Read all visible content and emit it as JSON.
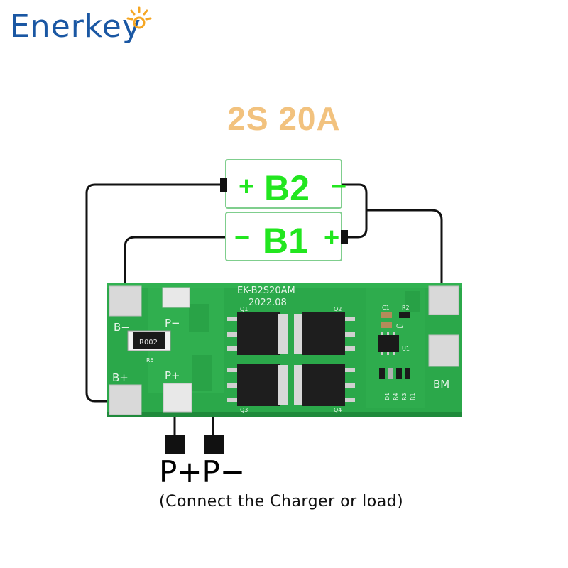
{
  "brand": {
    "name": "Enerkey"
  },
  "title": "2S  20A",
  "cells": {
    "b2": {
      "label": "B2",
      "left_sign": "+",
      "right_sign": "−"
    },
    "b1": {
      "label": "B1",
      "left_sign": "−",
      "right_sign": "+"
    }
  },
  "board": {
    "model": "EK-B2S20AM",
    "date": "2022.08",
    "pads": {
      "b_minus": "B−",
      "p_minus": "P−",
      "b_plus": "B+",
      "p_plus": "P+",
      "bm": "BM"
    },
    "resistor_r5_marking": "R002",
    "refs": [
      "R5",
      "Q1",
      "Q2",
      "Q3",
      "Q4",
      "C1",
      "R2",
      "C2",
      "U1",
      "D1",
      "R4",
      "R3",
      "R1"
    ]
  },
  "outputs": {
    "p_plus": "P+",
    "p_minus": "P−"
  },
  "note": "(Connect the Charger or load)",
  "colors": {
    "brand": "#1a57a3",
    "sun": "#f5a623",
    "title": "#f2c27e",
    "cell_text": "#22e61f",
    "board": "#2ba84a",
    "pad": "#d9d9d9"
  }
}
